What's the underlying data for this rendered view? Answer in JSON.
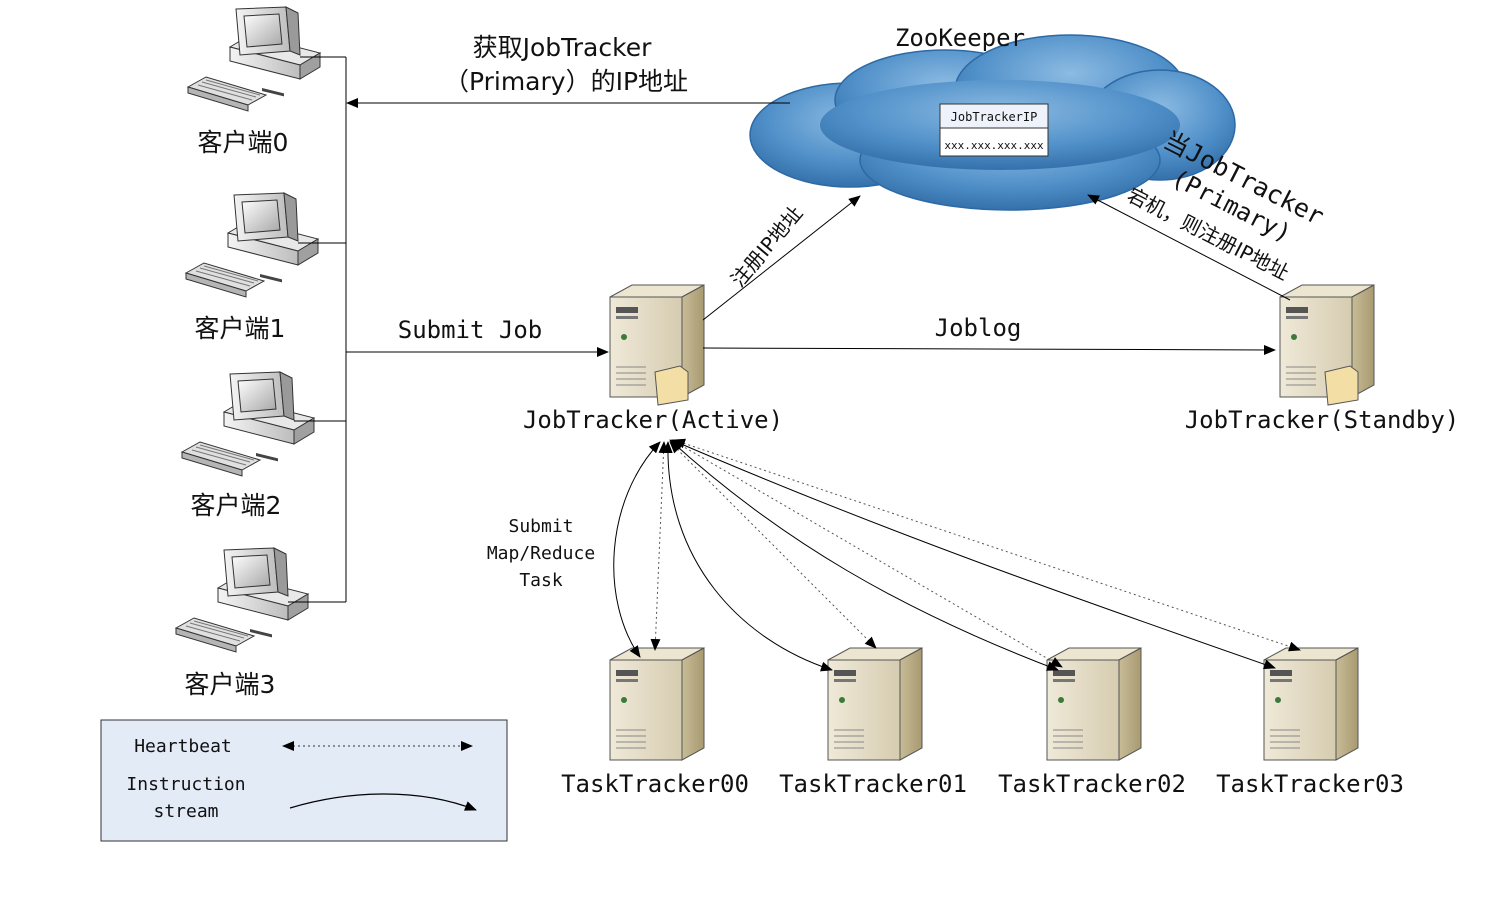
{
  "labels": {
    "get_ip_line1": "获取JobTracker",
    "get_ip_line2": "（Primary）的IP地址",
    "zookeeper": "ZooKeeper",
    "zk_table_header": "JobTrackerIP",
    "zk_table_value": "xxx.xxx.xxx.xxx",
    "register_ip": "注册IP地址",
    "standby_line1": "当JobTracker",
    "standby_line2": "(Primary)",
    "standby_line3": "宕机，则注册IP地址",
    "submit_job": "Submit Job",
    "joblog": "Joblog",
    "jobtracker_active": "JobTracker(Active)",
    "jobtracker_standby": "JobTracker(Standby)",
    "submit_task_line1": "Submit",
    "submit_task_line2": "Map/Reduce",
    "submit_task_line3": "Task"
  },
  "clients": [
    "客户端0",
    "客户端1",
    "客户端2",
    "客户端3"
  ],
  "tasktrackers": [
    "TaskTracker00",
    "TaskTracker01",
    "TaskTracker02",
    "TaskTracker03"
  ],
  "legend": {
    "heartbeat": "Heartbeat",
    "instruction_line1": "Instruction",
    "instruction_line2": "stream"
  },
  "colors": {
    "cloud": "#4a8ac4",
    "server_body": "#d9d0b8",
    "legend_bg": "#e3ebf7"
  }
}
